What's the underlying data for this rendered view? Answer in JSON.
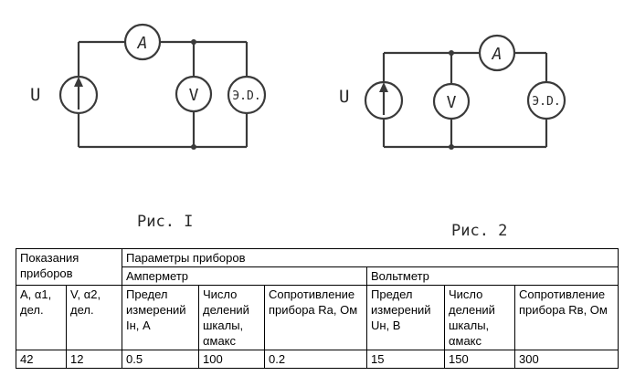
{
  "figure1": {
    "caption": "Рис. I",
    "labels": {
      "source": "U",
      "ammeter": "A",
      "voltmeter": "V",
      "device": "Э.D."
    }
  },
  "figure2": {
    "caption": "Рис. 2",
    "labels": {
      "source": "U",
      "ammeter": "A",
      "voltmeter": "V",
      "device": "Э.D."
    }
  },
  "table": {
    "h_readings": "Показания приборов",
    "h_params": "Параметры приборов",
    "h_ammeter": "Амперметр",
    "h_voltmeter": "Вольтметр",
    "col_a1": "А, α1, дел.",
    "col_v2": "V, α2, дел.",
    "col_a_limit": "Предел измерений Iн, А",
    "col_a_div": "Число делений шкалы, αмакс",
    "col_a_res": "Сопротивление прибора Ra, Ом",
    "col_v_limit": "Предел измерений Uн, В",
    "col_v_div": "Число делений шкалы, αмакс",
    "col_v_res": "Сопротивление прибора Rв, Ом",
    "row": {
      "a1": "42",
      "v2": "12",
      "a_limit": "0.5",
      "a_div": "100",
      "a_res": "0.2",
      "v_limit": "15",
      "v_div": "150",
      "v_res": "300"
    }
  }
}
